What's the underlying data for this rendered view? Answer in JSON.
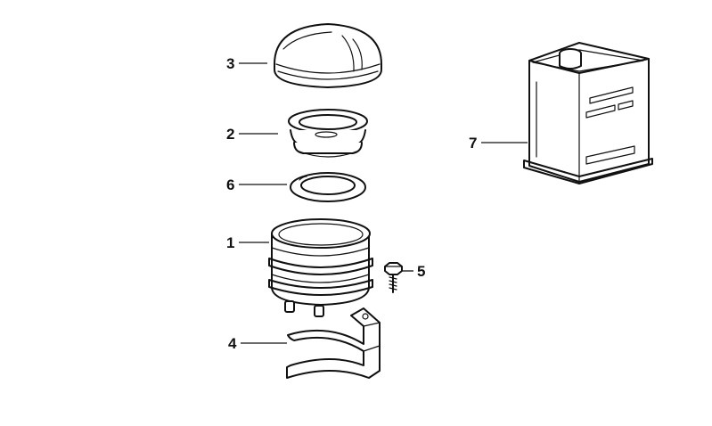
{
  "diagram": {
    "callouts": [
      {
        "id": "3",
        "label": "3"
      },
      {
        "id": "2",
        "label": "2"
      },
      {
        "id": "6",
        "label": "6"
      },
      {
        "id": "1",
        "label": "1"
      },
      {
        "id": "5",
        "label": "5"
      },
      {
        "id": "4",
        "label": "4"
      },
      {
        "id": "7",
        "label": "7"
      }
    ],
    "parts": [
      {
        "callout": "3",
        "icon": "reservoir-cap-icon"
      },
      {
        "callout": "2",
        "icon": "bellows-seal-icon"
      },
      {
        "callout": "6",
        "icon": "sealing-ring-icon"
      },
      {
        "callout": "1",
        "icon": "fluid-reservoir-icon"
      },
      {
        "callout": "5",
        "icon": "hex-screw-icon"
      },
      {
        "callout": "4",
        "icon": "mounting-bracket-icon"
      },
      {
        "callout": "7",
        "icon": "fluid-can-icon"
      }
    ],
    "colors": {
      "ink": "#111111",
      "background": "#ffffff"
    }
  }
}
